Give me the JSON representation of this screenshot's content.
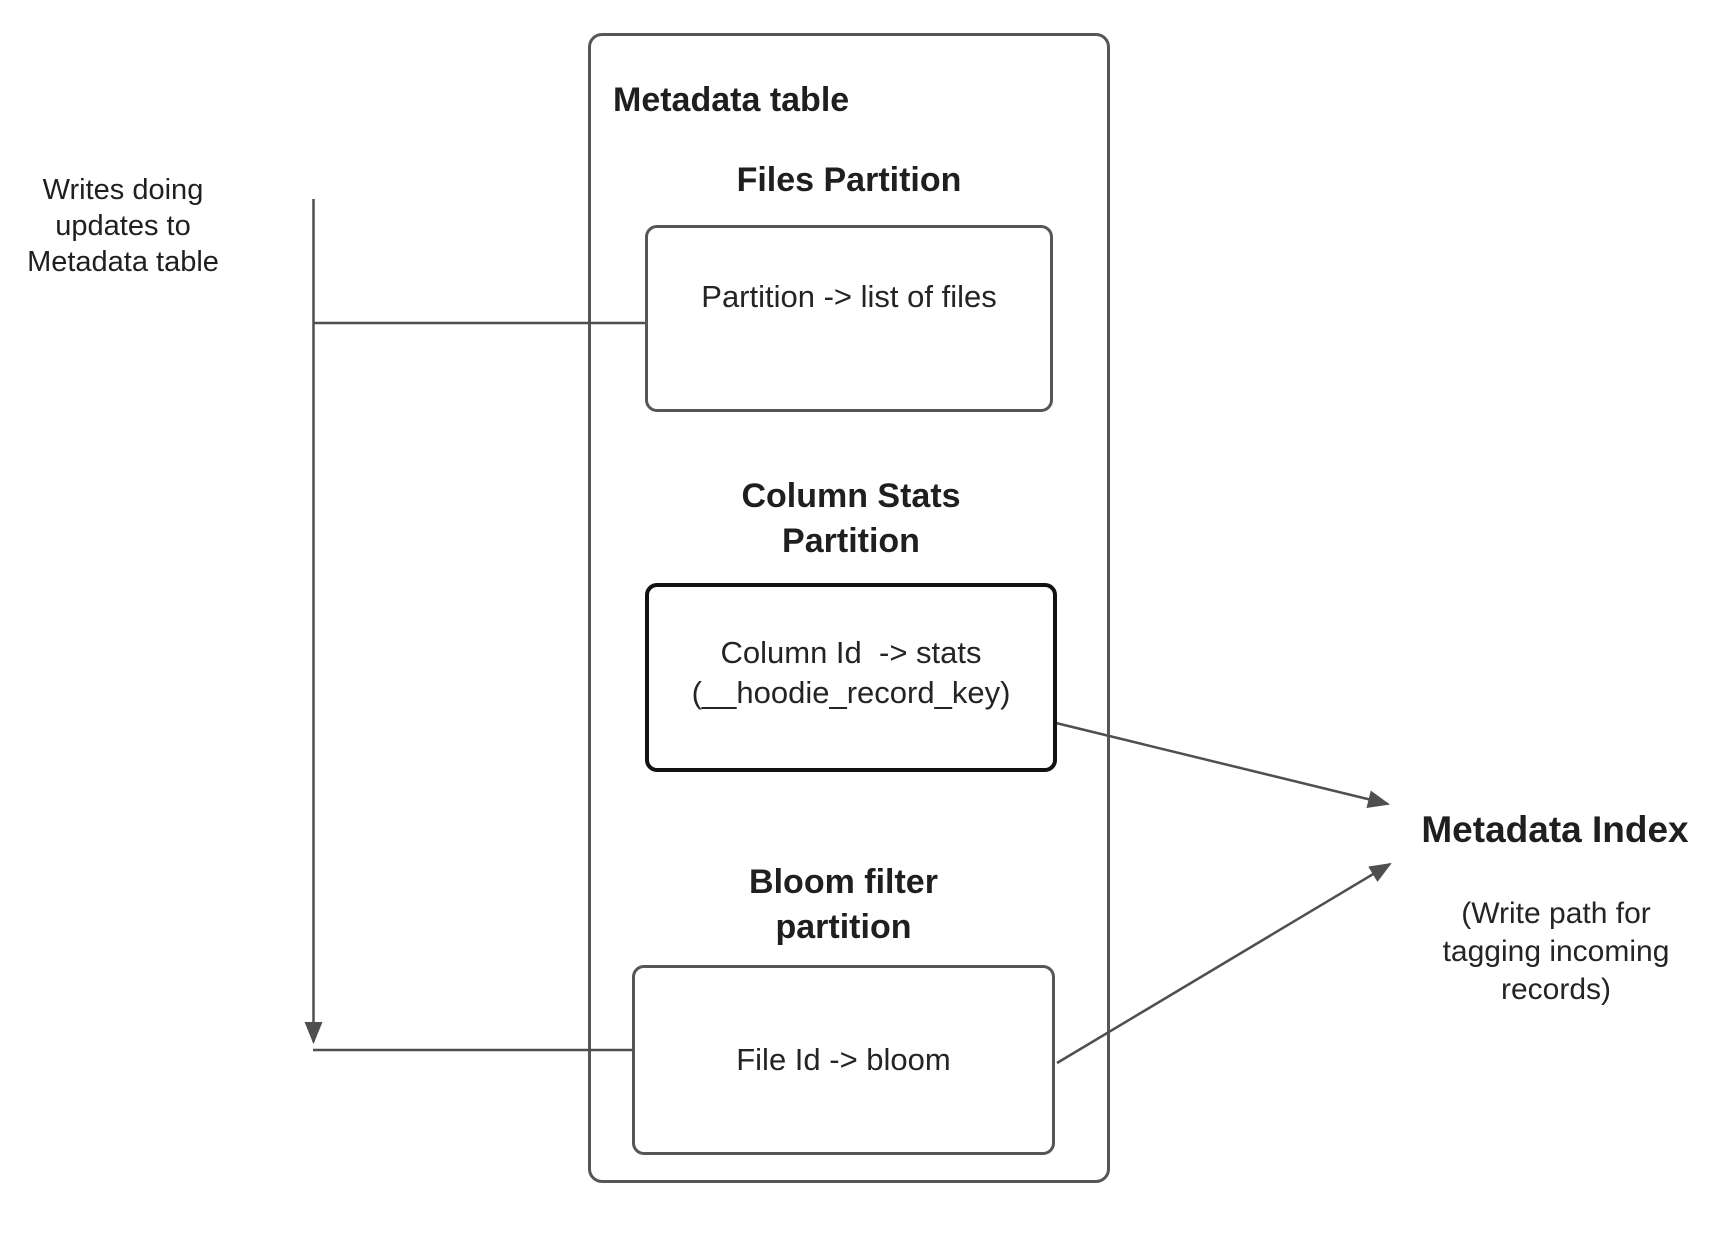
{
  "diagram": {
    "left_note": {
      "lines": [
        "Writes doing",
        "updates to",
        "Metadata table"
      ]
    },
    "container": {
      "title": "Metadata table"
    },
    "partitions": [
      {
        "name": "files-partition",
        "heading_lines": [
          "Files Partition"
        ],
        "body_lines": [
          "Partition -> list of files"
        ]
      },
      {
        "name": "column-stats-partition",
        "heading_lines": [
          "Column Stats",
          "Partition"
        ],
        "body_lines": [
          "Column Id  -> stats",
          "(__hoodie_record_key)"
        ]
      },
      {
        "name": "bloom-filter-partition",
        "heading_lines": [
          "Bloom filter",
          "partition"
        ],
        "body_lines": [
          "File Id -> bloom"
        ]
      }
    ],
    "metadata_index": {
      "title": "Metadata Index",
      "caption_lines": [
        "(Write path for",
        "tagging incoming",
        "records)"
      ]
    }
  },
  "colors": {
    "background": "#ffffff",
    "connector_stroke": "#4f4f4f",
    "box_border": "#565656",
    "emphasis_box_border": "#121212",
    "text": "#1f1f1f"
  }
}
